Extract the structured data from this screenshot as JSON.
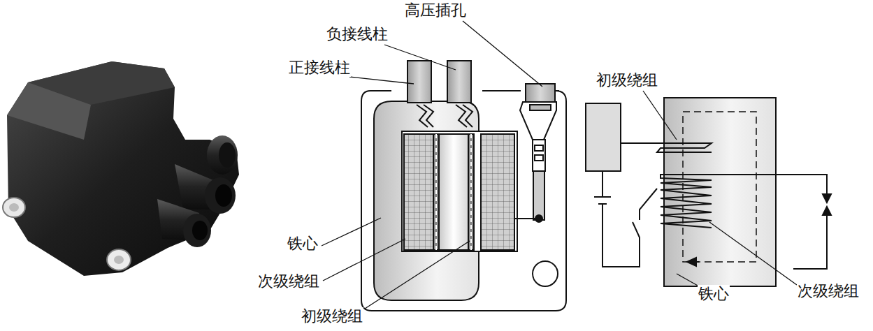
{
  "diagram": {
    "labels": [
      "高压插孔",
      "负接线柱",
      "正接线柱",
      "初级绕组",
      "铁心",
      "次级绕组",
      "初级绕组",
      "铁心",
      "次级绕组"
    ]
  }
}
